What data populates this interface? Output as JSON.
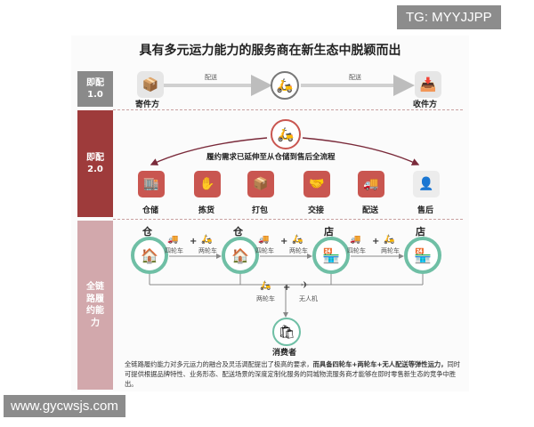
{
  "title": "具有多元运力能力的服务商在新生态中脱颖而出",
  "bands": {
    "b1": "即配\n1.0",
    "b2": "即配\n2.0",
    "b3": "全链\n路履\n约能\n力"
  },
  "row1": {
    "sender": "寄件方",
    "receiver": "收件方",
    "deliver_a": "配送",
    "deliver_b": "配送"
  },
  "row2": {
    "caption": "履约需求已延伸至从仓储到售后全流程",
    "steps": [
      "仓储",
      "拣货",
      "打包",
      "交接",
      "配送",
      "售后"
    ]
  },
  "row3": {
    "nodes": [
      "仓",
      "仓",
      "店",
      "店"
    ],
    "four_wheel": "四轮车",
    "two_wheel": "两轮车",
    "drone": "无人机",
    "consumer": "消费者"
  },
  "description": {
    "normal": "全链路履约能力对多元运力的融合及灵活调配提出了极高的要求，",
    "bold": "而具备四轮车+两轮车+无人配送等弹性运力，",
    "rest": "同时可提供根据品牌特性、业务形态、配送场景的深度定制化服务的同城物流服务商才能够在即时零售新生态的竞争中胜出。"
  },
  "watermarks": {
    "top": "TG: MYYJJPP",
    "bottom": "www.gycwsjs.com"
  },
  "colors": {
    "red": "#9e3b3b",
    "pink": "#d2a8ac",
    "teal": "#6fbfa5",
    "gray": "#8a8a8a"
  }
}
